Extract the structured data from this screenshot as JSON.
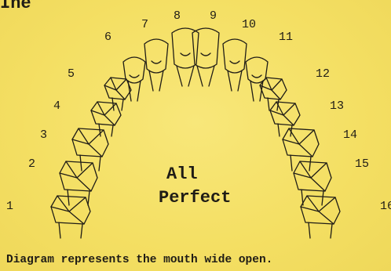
{
  "header_fragment": "Ihe",
  "tooth_numbers": [
    "1",
    "2",
    "3",
    "4",
    "5",
    "6",
    "7",
    "8",
    "9",
    "10",
    "11",
    "12",
    "13",
    "14",
    "15",
    "16"
  ],
  "status": {
    "line1": "All",
    "line2": "Perfect"
  },
  "caption": "Diagram represents the mouth wide open."
}
